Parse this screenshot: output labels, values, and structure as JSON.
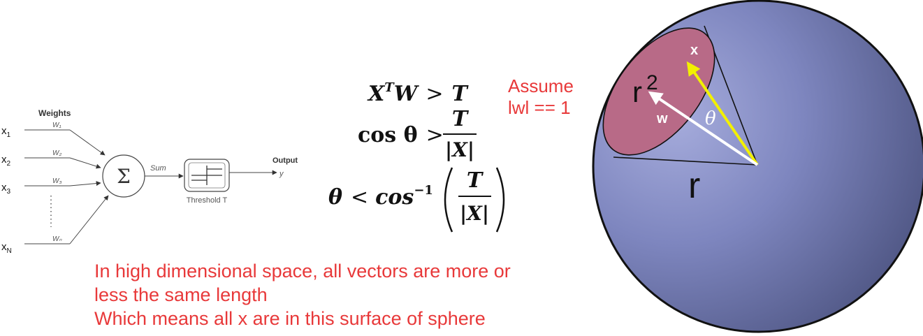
{
  "perceptron": {
    "weights_title": "Weights",
    "inputs": [
      {
        "sub_base": "x",
        "sub": "1",
        "weight": "W₁"
      },
      {
        "sub_base": "x",
        "sub": "2",
        "weight": "W₂"
      },
      {
        "sub_base": "x",
        "sub": "3",
        "weight": "W₃"
      },
      {
        "sub_base": "x",
        "sub": "N",
        "weight": "Wₙ"
      }
    ],
    "sum_symbol": "Σ",
    "sum_label": "Sum",
    "threshold_label": "Threshold T",
    "output_label": "Output",
    "output_var": "y"
  },
  "equations": {
    "eq1_lhs_base": "X",
    "eq1_lhs_sup": "T",
    "eq1_lhs_w": "W",
    "eq1_op": ">",
    "eq1_rhs": "T",
    "eq2_lhs": "cos θ",
    "eq2_op": ">",
    "eq2_num": "T",
    "eq2_den": "|X|",
    "eq3_lhs": "θ",
    "eq3_op": "<",
    "eq3_fn": "cos",
    "eq3_sup": "−1",
    "eq3_num": "T",
    "eq3_den": "|X|"
  },
  "notes": {
    "assume_line1": "Assume",
    "assume_line2": "lwl == 1",
    "bottom_line1": "In high dimensional space, all vectors are more or",
    "bottom_line2": "less the same length",
    "bottom_line3": "Which means all x are in this surface of sphere"
  },
  "sphere": {
    "label_r": "r",
    "label_r2": "r",
    "label_r2_sup": "2",
    "label_x": "x",
    "label_w": "w",
    "label_theta": "θ"
  },
  "colors": {
    "note_red": "#e8393a",
    "vector_x": "#f2f000",
    "vector_w": "#ffffff",
    "cap_fill": "#b86a87"
  }
}
